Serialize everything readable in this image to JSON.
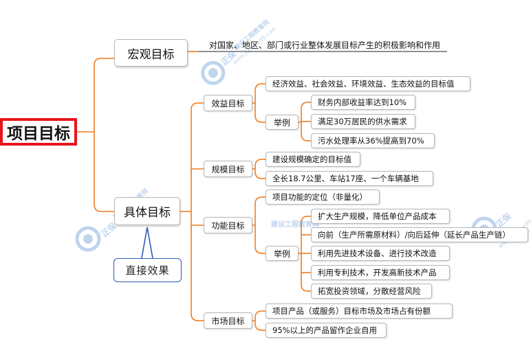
{
  "root": "项目目标",
  "macro": {
    "label": "宏观目标",
    "desc": "对国家、地区、部门或行业整体发展目标产生的积极影响和作用"
  },
  "specific": {
    "label": "具体目标",
    "note": "直接效果",
    "benefit": {
      "label": "效益目标",
      "summary": "经济效益、社会效益、环境效益、生态效益的目标值",
      "example_label": "举例",
      "examples": [
        "财务内部收益率达到10%",
        "满足30万居民的供水需求",
        "污水处理率从36%提高到70%"
      ]
    },
    "scale": {
      "label": "规模目标",
      "items": [
        "建设规模确定的目标值",
        "全长18.7公里、车站17座、一个车辆基地"
      ]
    },
    "function": {
      "label": "功能目标",
      "positioning": "项目功能的定位（非量化）",
      "example_label": "举例",
      "examples": [
        "扩大生产规模，降低单位产品成本",
        "向前（生产所需原材料）/向后延伸（延长产品生产链）",
        "利用先进技术设备、进行技术改造",
        "利用专利技术，开发高新技术产品",
        "拓宽投资领域，分散经营风险"
      ]
    },
    "market": {
      "label": "市场目标",
      "items": [
        "项目产品（或服务）目标市场及市场占有份额",
        "95%以上的产品留作企业自用"
      ]
    }
  },
  "watermark": {
    "brand": "正保",
    "cn": "建设工程教育网",
    "url": "www.jianshe99.com"
  },
  "colors": {
    "connector": "#f07c1e",
    "root_border": "#e8141c",
    "note_border": "#2c5bb6",
    "watermark": "#4a88cf"
  }
}
